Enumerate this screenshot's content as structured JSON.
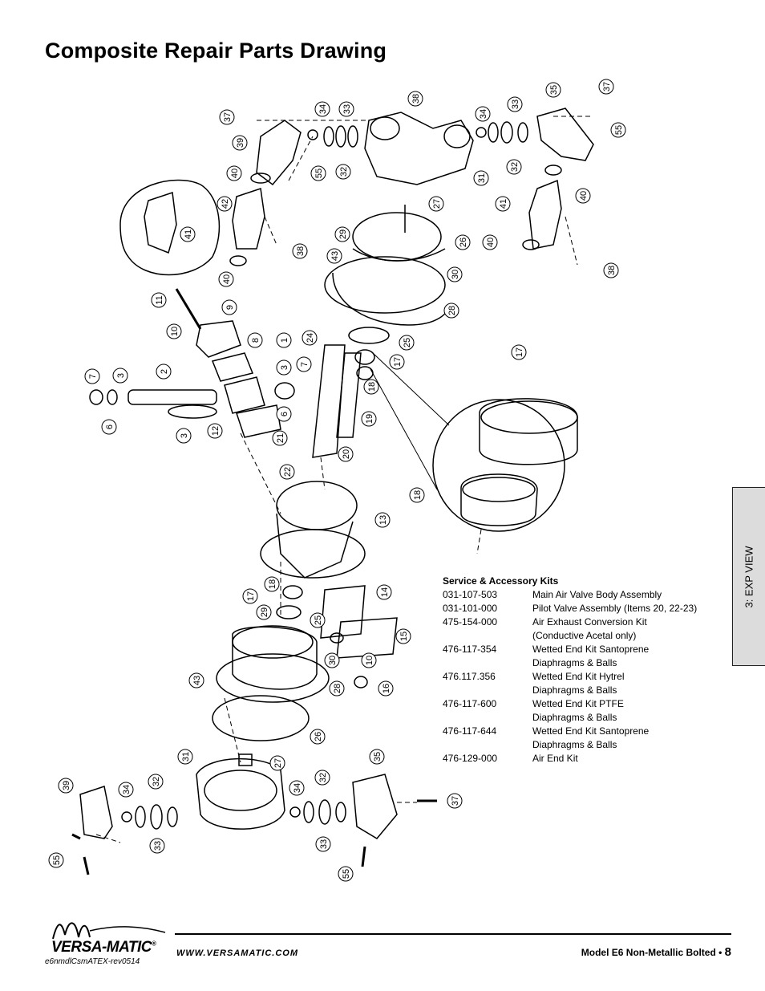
{
  "page": {
    "title": "Composite Repair Parts Drawing",
    "side_tab": "3: EXP VIEW"
  },
  "diagram": {
    "callouts": [
      "37",
      "39",
      "40",
      "34",
      "55",
      "33",
      "32",
      "38",
      "34",
      "33",
      "32",
      "31",
      "35",
      "37",
      "55",
      "40",
      "41",
      "27",
      "42",
      "41",
      "38",
      "40",
      "26",
      "40",
      "29",
      "43",
      "30",
      "38",
      "28",
      "11",
      "9",
      "10",
      "8",
      "1",
      "24",
      "25",
      "17",
      "17",
      "7",
      "3",
      "2",
      "3",
      "7",
      "6",
      "3",
      "12",
      "6",
      "21",
      "18",
      "19",
      "20",
      "22",
      "18",
      "13",
      "14",
      "17",
      "18",
      "29",
      "25",
      "15",
      "30",
      "10",
      "43",
      "28",
      "16",
      "26",
      "31",
      "27",
      "35",
      "39",
      "34",
      "32",
      "34",
      "32",
      "37",
      "33",
      "33",
      "55",
      "55"
    ]
  },
  "kits": {
    "title": "Service & Accessory Kits",
    "rows": [
      {
        "pn": "031-107-503",
        "desc": "Main Air Valve Body Assembly"
      },
      {
        "pn": "031-101-000",
        "desc": "Pilot Valve Assembly (Items 20, 22-23)"
      },
      {
        "pn": "475-154-000",
        "desc": "Air Exhaust Conversion Kit\n(Conductive Acetal only)"
      },
      {
        "pn": "476-117-354",
        "desc": "Wetted End Kit Santoprene\nDiaphragms & Balls"
      },
      {
        "pn": "476.117.356",
        "desc": "Wetted End Kit Hytrel\nDiaphragms & Balls"
      },
      {
        "pn": "476-117-600",
        "desc": "Wetted End Kit PTFE\nDiaphragms & Balls"
      },
      {
        "pn": "476-117-644",
        "desc": "Wetted End Kit Santoprene\nDiaphragms & Balls"
      },
      {
        "pn": "476-129-000",
        "desc": "Air End Kit"
      }
    ]
  },
  "footer": {
    "brand": "VERSA-MATIC",
    "registered": "®",
    "rev": "e6nmdlCsmATEX-rev0514",
    "website": "WWW.VERSAMATIC.COM",
    "model": "Model E6 Non-Metallic Bolted •",
    "page_num": "8"
  }
}
